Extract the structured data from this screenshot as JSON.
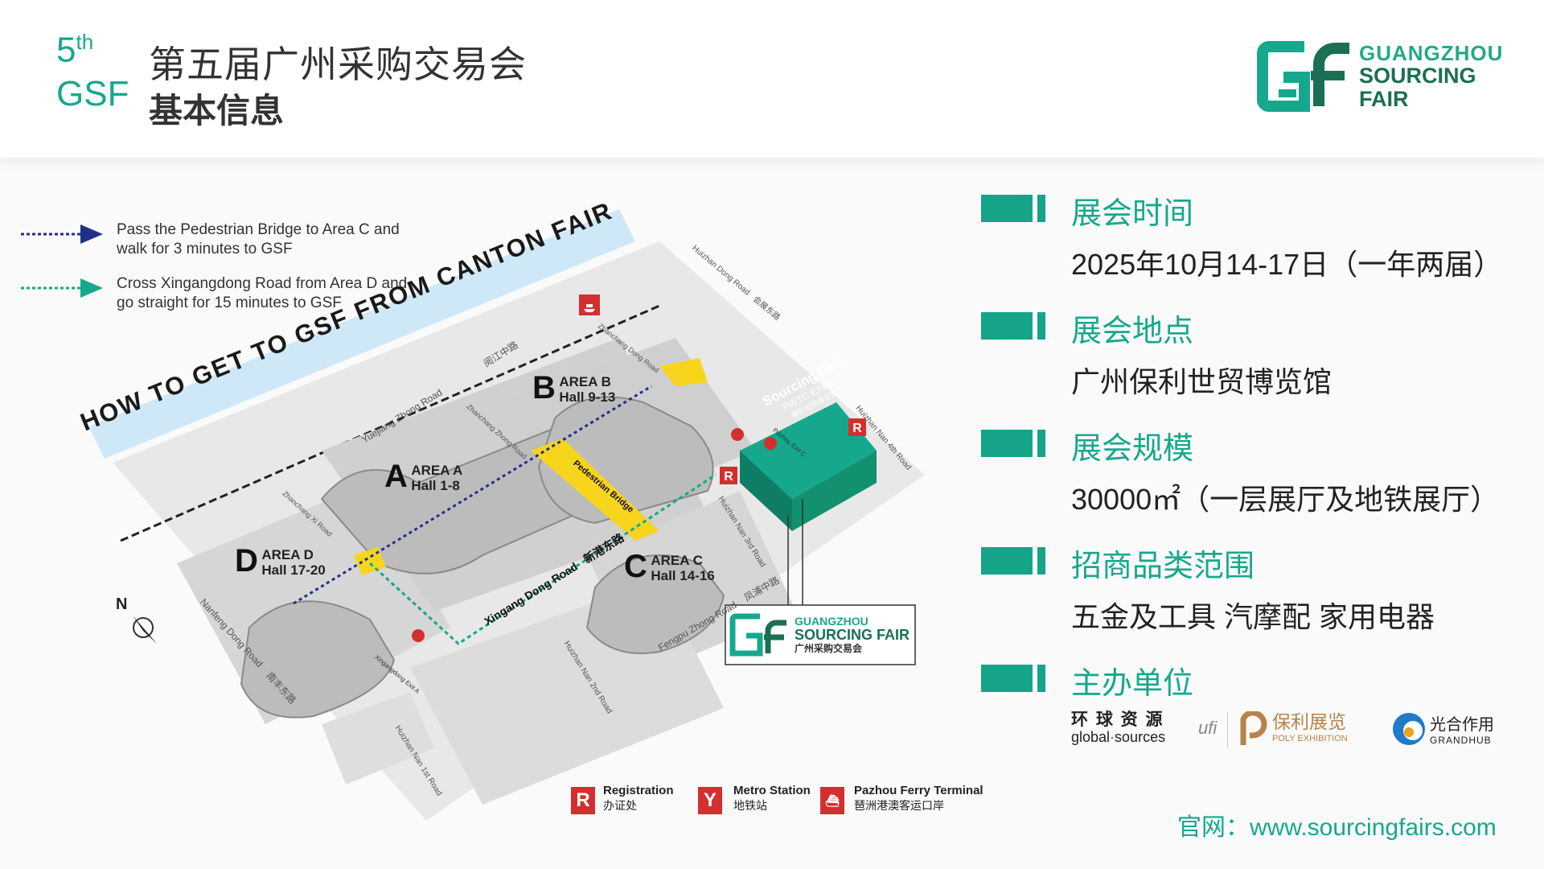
{
  "header": {
    "edition_num": "5",
    "edition_suffix": "th",
    "edition_short": "GSF",
    "title": "第五届广州采购交易会",
    "subtitle": "基本信息",
    "logo_line1": "GUANGZHOU",
    "logo_line2": "SOURCING",
    "logo_line3": "FAIR"
  },
  "map": {
    "banner": "HOW TO GET TO GSF FROM CANTON FAIR",
    "legend": [
      {
        "text_line1": "Pass the Pedestrian Bridge to Area C and",
        "text_line2": "walk for 3 minutes to GSF",
        "color": "#1f2f8a"
      },
      {
        "text_line1": "Cross Xingangdong Road from Area D and",
        "text_line2": "go straight for 15 minutes to GSF",
        "color": "#16a88d"
      }
    ],
    "areas": [
      {
        "letter": "A",
        "name": "AREA A",
        "halls": "Hall 1-8"
      },
      {
        "letter": "B",
        "name": "AREA B",
        "halls": "Hall 9-13"
      },
      {
        "letter": "C",
        "name": "AREA C",
        "halls": "Hall 14-16"
      },
      {
        "letter": "D",
        "name": "AREA D",
        "halls": "Hall 17-20"
      }
    ],
    "roads": {
      "yuejiang": "Yuejiang Zhong Road",
      "yuejiang_cn": "阅江中路",
      "xingang": "Xingang Dong Road",
      "xingang_cn": "新港东路",
      "fengpu": "Fengpu Zhong Road",
      "fengpu_cn": "凤浦中路",
      "nanfeng": "Nanfeng Dong Road",
      "nanfeng_cn": "南丰东路",
      "huizhan_dong": "Huizhan Dong Road",
      "huizhan_dong_cn": "会展东路",
      "huizhan_nan1": "Huizhan Nan 1st Road",
      "huizhan_nan2": "Huizhan Nan 2nd Road",
      "huizhan_nan3": "Huizhan Nan 3rd Road",
      "huizhan_nan4": "Huizhan Nan 4th Road",
      "zhanchang_zhong": "Zhanchang Zhong Road",
      "zhanchang_xi": "Zhanchang Xi Road",
      "zhanchang_dong": "Zhanchang Dong Road",
      "pedestrian_bridge": "Pedestrian Bridge"
    },
    "stations": {
      "xingangdong": "Xingangdong Exit A",
      "pazhou": "Pazhou Exit C"
    },
    "expo": {
      "name": "Sourcing Fair",
      "sub": "PWTC EXPO",
      "sub_cn": "保利世贸博览馆"
    },
    "callout": {
      "line1": "GUANGZHOU",
      "line2": "SOURCING FAIR",
      "line3": "广州采购交易会"
    },
    "compass": "N",
    "bottom_legend": [
      {
        "icon": "R",
        "en": "Registration",
        "cn": "办证处"
      },
      {
        "icon": "Y",
        "en": "Metro Station",
        "cn": "地铁站"
      },
      {
        "icon": "ferry",
        "en": "Pazhou Ferry Terminal",
        "cn": "琶洲港澳客运口岸"
      }
    ]
  },
  "info": {
    "sections": [
      {
        "title": "展会时间",
        "value": "2025年10月14-17日（一年两届）"
      },
      {
        "title": "展会地点",
        "value": "广州保利世贸博览馆"
      },
      {
        "title": "展会规模",
        "value": "30000㎡（一层展厅及地铁展厅）"
      },
      {
        "title": "招商品类范围",
        "value": "五金及工具 汽摩配 家用电器"
      },
      {
        "title": "主办单位",
        "value": ""
      }
    ],
    "sponsors": {
      "gs_cn": "环 球 资 源",
      "gs_en1": "global",
      "gs_en2": "sources",
      "ufi": "ufi",
      "poly_cn": "保利展览",
      "poly_en": "POLY EXHIBITION",
      "gh_cn": "光合作用",
      "gh_en": "GRANDHUB"
    },
    "website": "官网：www.sourcingfairs.com"
  },
  "colors": {
    "accent": "#16a88d",
    "dark_green": "#1a6f55",
    "route_blue": "#1f2f8a",
    "red": "#d32f2f",
    "bridge_yellow": "#f7d51d"
  }
}
